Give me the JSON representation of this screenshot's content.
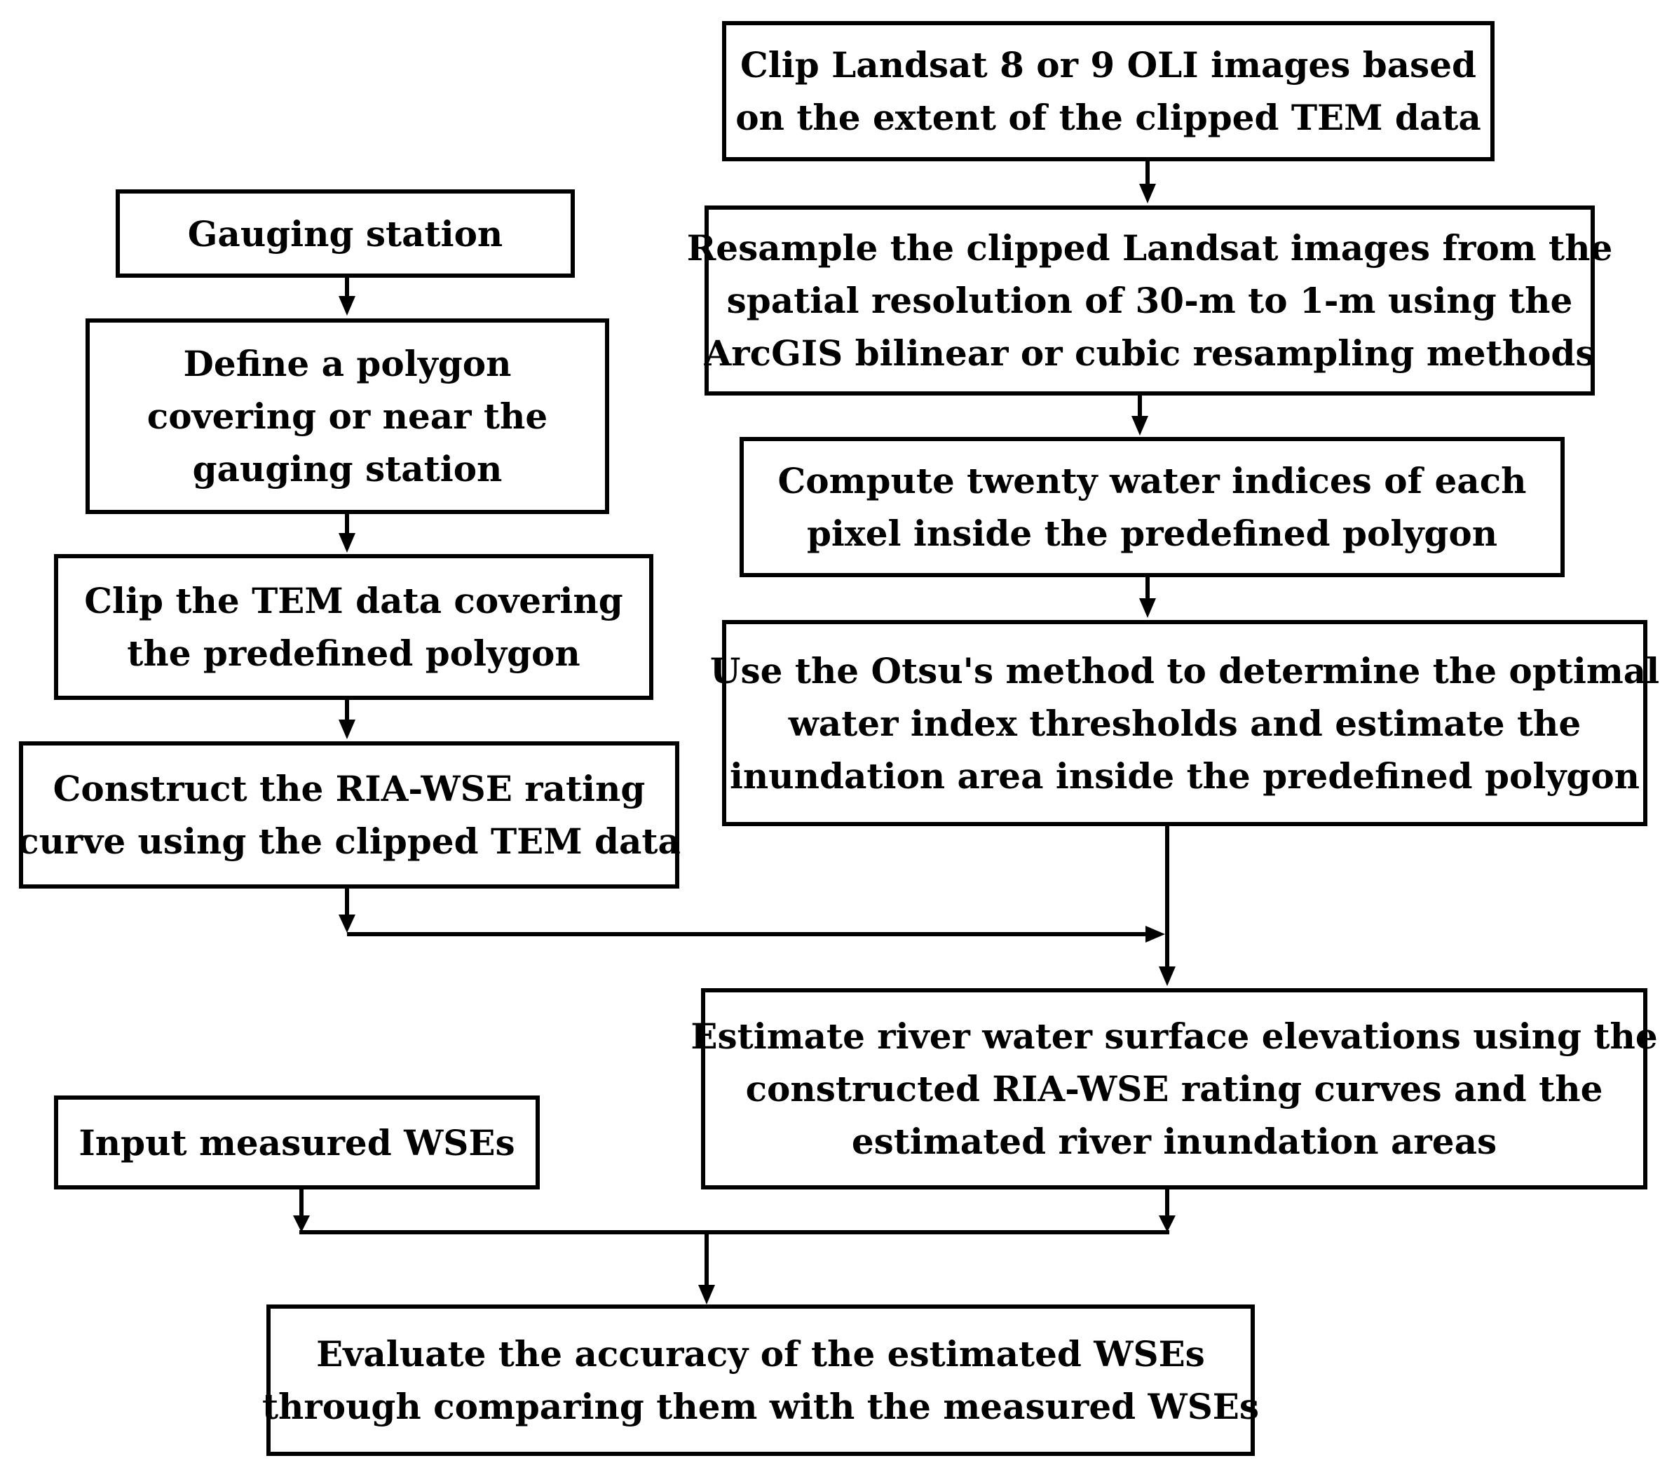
{
  "boxes": {
    "clip_landsat": [
      "Clip Landsat 8 or 9 OLI images based",
      "on the extent of the clipped TEM data"
    ],
    "gauging_station": [
      "Gauging station"
    ],
    "resample": [
      "Resample the clipped Landsat images from the",
      "spatial resolution of 30-m to 1-m using the",
      "ArcGIS bilinear or cubic resampling methods"
    ],
    "define_polygon": [
      "Define a polygon",
      "covering or near the",
      "gauging station"
    ],
    "compute_indices": [
      "Compute twenty water indices of each",
      "pixel inside the predefined polygon"
    ],
    "clip_tem": [
      "Clip the TEM data covering",
      "the predefined polygon"
    ],
    "otsu": [
      "Use the Otsu's method to determine the optimal",
      "water index thresholds and estimate the",
      "inundation area inside the predefined polygon"
    ],
    "construct_curve": [
      "Construct the RIA-WSE rating",
      "curve using the clipped TEM data"
    ],
    "estimate_wse": [
      "Estimate river water surface elevations using the",
      "constructed RIA-WSE rating curves and the",
      "estimated river inundation areas"
    ],
    "input_measured": [
      "Input measured WSEs"
    ],
    "evaluate": [
      "Evaluate the accuracy of the estimated WSEs",
      "through comparing them with the measured WSEs"
    ]
  }
}
